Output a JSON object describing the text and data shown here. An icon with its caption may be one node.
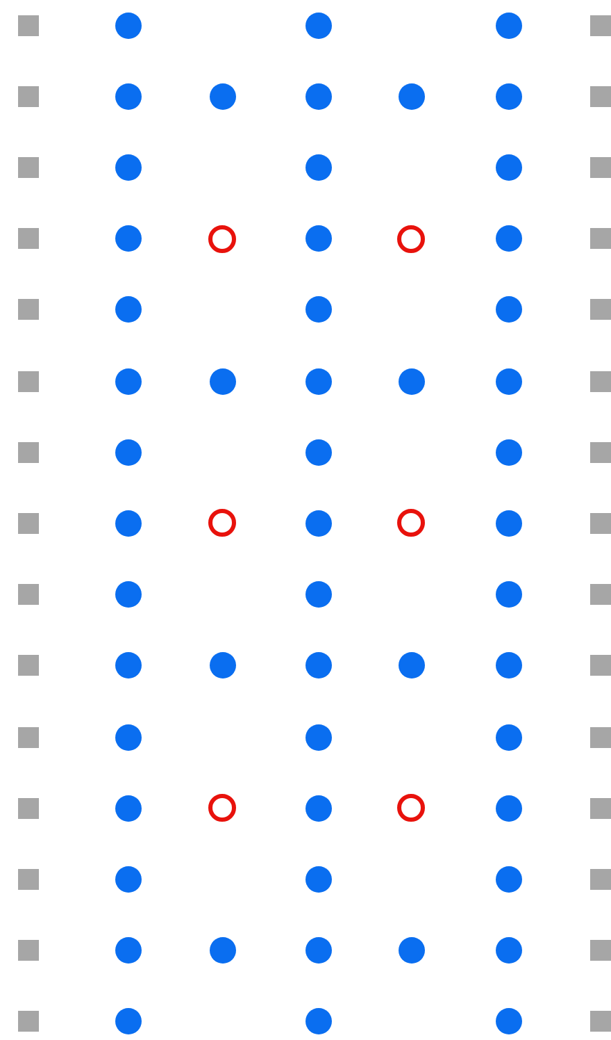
{
  "diagram": {
    "nodes": [
      {
        "text": [],
        "shape": "box"
      },
      {
        "text": [],
        "shape": "circle"
      },
      {
        "text": [],
        "shape": "circle"
      },
      {
        "text": [],
        "shape": "circle"
      },
      {
        "text": [],
        "shape": "box"
      },
      {
        "text": [],
        "shape": "box"
      },
      {
        "text": [],
        "shape": "circle"
      },
      {
        "text": [],
        "shape": "circle"
      },
      {
        "text": [],
        "shape": "circle"
      },
      {
        "text": [],
        "shape": "circle"
      },
      {
        "text": [],
        "shape": "circle"
      },
      {
        "text": [],
        "shape": "box"
      },
      {
        "text": [],
        "shape": "box"
      },
      {
        "text": [],
        "shape": "circle"
      },
      {
        "text": [],
        "shape": "circle"
      },
      {
        "text": [],
        "shape": "circle"
      },
      {
        "text": [],
        "shape": "box"
      },
      {
        "text": [],
        "shape": "box"
      },
      {
        "text": [],
        "shape": "circle"
      },
      {
        "text": [],
        "shape": "ring"
      },
      {
        "text": [],
        "shape": "circle"
      },
      {
        "text": [],
        "shape": "ring"
      },
      {
        "text": [],
        "shape": "circle"
      },
      {
        "text": [],
        "shape": "box"
      },
      {
        "text": [],
        "shape": "box"
      },
      {
        "text": [],
        "shape": "circle"
      },
      {
        "text": [],
        "shape": "circle"
      },
      {
        "text": [],
        "shape": "circle"
      },
      {
        "text": [],
        "shape": "box"
      },
      {
        "text": [],
        "shape": "box"
      },
      {
        "text": [],
        "shape": "circle"
      },
      {
        "text": [],
        "shape": "circle"
      },
      {
        "text": [],
        "shape": "circle"
      },
      {
        "text": [],
        "shape": "circle"
      },
      {
        "text": [],
        "shape": "circle"
      },
      {
        "text": [],
        "shape": "box"
      },
      {
        "text": [],
        "shape": "box"
      },
      {
        "text": [],
        "shape": "circle"
      },
      {
        "text": [],
        "shape": "circle"
      },
      {
        "text": [],
        "shape": "circle"
      },
      {
        "text": [],
        "shape": "box"
      },
      {
        "text": [],
        "shape": "box"
      },
      {
        "text": [],
        "shape": "circle"
      },
      {
        "text": [],
        "shape": "ring"
      },
      {
        "text": [],
        "shape": "circle"
      },
      {
        "text": [],
        "shape": "ring"
      },
      {
        "text": [],
        "shape": "circle"
      },
      {
        "text": [],
        "shape": "box"
      },
      {
        "text": [],
        "shape": "box"
      },
      {
        "text": [],
        "shape": "circle"
      },
      {
        "text": [],
        "shape": "circle"
      },
      {
        "text": [],
        "shape": "circle"
      },
      {
        "text": [],
        "shape": "box"
      },
      {
        "text": [],
        "shape": "box"
      },
      {
        "text": [],
        "shape": "circle"
      },
      {
        "text": [],
        "shape": "circle"
      },
      {
        "text": [],
        "shape": "circle"
      },
      {
        "text": [],
        "shape": "circle"
      },
      {
        "text": [],
        "shape": "circle"
      },
      {
        "text": [],
        "shape": "box"
      },
      {
        "text": [],
        "shape": "box"
      },
      {
        "text": [],
        "shape": "circle"
      },
      {
        "text": [],
        "shape": "circle"
      },
      {
        "text": [],
        "shape": "circle"
      },
      {
        "text": [],
        "shape": "box"
      },
      {
        "text": [],
        "shape": "box"
      },
      {
        "text": [],
        "shape": "circle"
      },
      {
        "text": [],
        "shape": "ring"
      },
      {
        "text": [],
        "shape": "circle"
      },
      {
        "text": [],
        "shape": "ring"
      },
      {
        "text": [],
        "shape": "circle"
      },
      {
        "text": [],
        "shape": "box"
      },
      {
        "text": [],
        "shape": "box"
      },
      {
        "text": [],
        "shape": "circle"
      },
      {
        "text": [],
        "shape": "circle"
      },
      {
        "text": [],
        "shape": "circle"
      },
      {
        "text": [],
        "shape": "box"
      },
      {
        "text": [],
        "shape": "box"
      },
      {
        "text": [],
        "shape": "circle"
      },
      {
        "text": [],
        "shape": "circle"
      },
      {
        "text": [],
        "shape": "circle"
      },
      {
        "text": [],
        "shape": "circle"
      },
      {
        "text": [],
        "shape": "circle"
      },
      {
        "text": [],
        "shape": "box"
      },
      {
        "text": [],
        "shape": "box"
      },
      {
        "text": [],
        "shape": "circle"
      },
      {
        "text": [],
        "shape": "circle"
      },
      {
        "text": [],
        "shape": "circle"
      },
      {
        "text": [],
        "shape": "box"
      }
    ]
  }
}
